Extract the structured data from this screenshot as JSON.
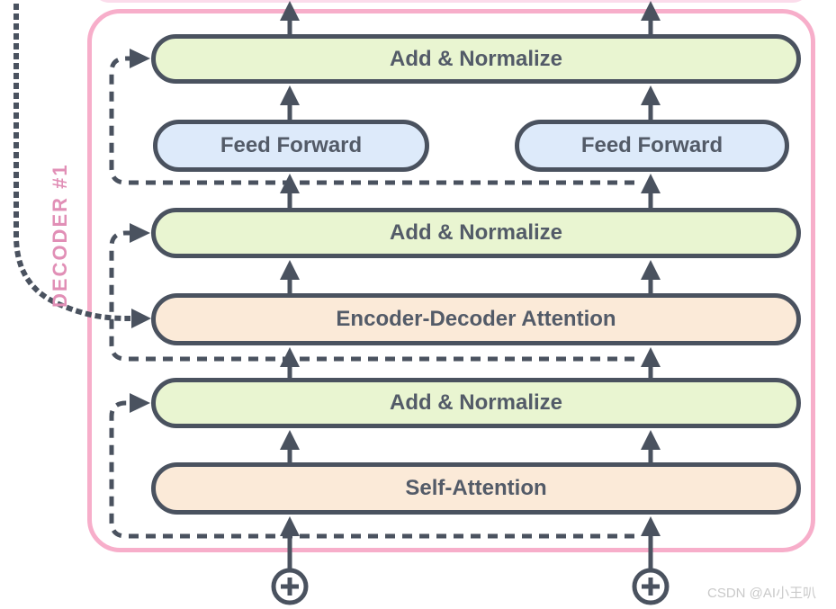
{
  "diagram": {
    "decoder_label": "DECODER #1",
    "blocks": {
      "add_normalize_top": "Add & Normalize",
      "feed_forward_left": "Feed Forward",
      "feed_forward_right": "Feed Forward",
      "add_normalize_mid": "Add & Normalize",
      "encoder_decoder_attention": "Encoder-Decoder Attention",
      "add_normalize_bottom": "Add & Normalize",
      "self_attention": "Self-Attention"
    },
    "icons": {
      "circle_plus_left": "circle-plus",
      "circle_plus_right": "circle-plus"
    },
    "colors": {
      "add_normalize_fill": "#e9f5d1",
      "feed_forward_fill": "#ddeafa",
      "attention_fill": "#fbead8",
      "outline_dark": "#4a525f",
      "block_text": "#535b68",
      "decoder_border_pink": "#f7aeca",
      "decoder_label_pink": "#e18fb6",
      "faint_neighbor_edge_pink": "#fbdceb",
      "watermark_gray": "#c9c9c9"
    },
    "watermark": "CSDN @AI小王叭"
  }
}
